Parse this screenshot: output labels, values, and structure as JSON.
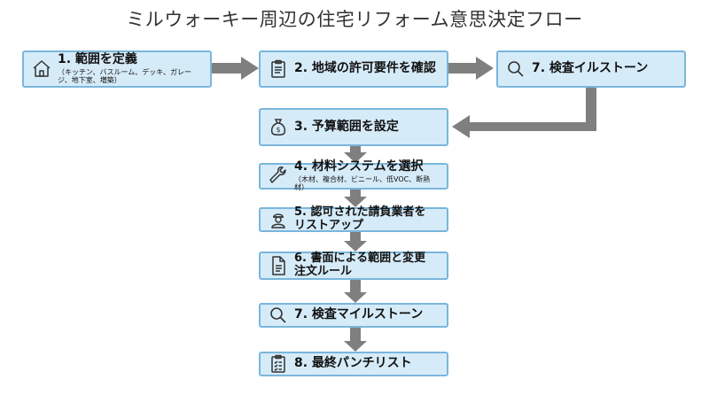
{
  "title": "ミルウォーキー周辺の住宅リフォーム意思決定フロー",
  "steps": [
    {
      "id": "scope",
      "label": "1. 範囲を定義",
      "sub": "（キッチン、バスルーム、デッキ、ガレージ、地下室、増築）",
      "icon": "house-icon"
    },
    {
      "id": "permits",
      "label": "2. 地域の許可要件を確認",
      "sub": "",
      "icon": "clipboard-icon"
    },
    {
      "id": "inspection-top",
      "label": "7. 検査イルストーン",
      "sub": "",
      "icon": "magnifier-icon"
    },
    {
      "id": "budget",
      "label": "3. 予算範囲を設定",
      "sub": "",
      "icon": "money-bag-icon"
    },
    {
      "id": "materials",
      "label": "4. 材料システムを選択",
      "sub": "（木材、複合材、ビニール、低VOC、断熱材）",
      "icon": "wrench-icon"
    },
    {
      "id": "contractors",
      "label": "5. 認可された請負業者をリストアップ",
      "sub": "",
      "icon": "worker-icon"
    },
    {
      "id": "documents",
      "label": "6. 書面による範囲と変更注文ルール",
      "sub": "",
      "icon": "document-icon"
    },
    {
      "id": "inspection",
      "label": "7. 検査マイルストーン",
      "sub": "",
      "icon": "magnifier-icon"
    },
    {
      "id": "punchlist",
      "label": "8. 最終パンチリスト",
      "sub": "",
      "icon": "checklist-icon"
    }
  ],
  "colors": {
    "box_fill": "#d6ebf8",
    "box_border": "#7ab6dc",
    "arrow": "#7f7f7f"
  }
}
